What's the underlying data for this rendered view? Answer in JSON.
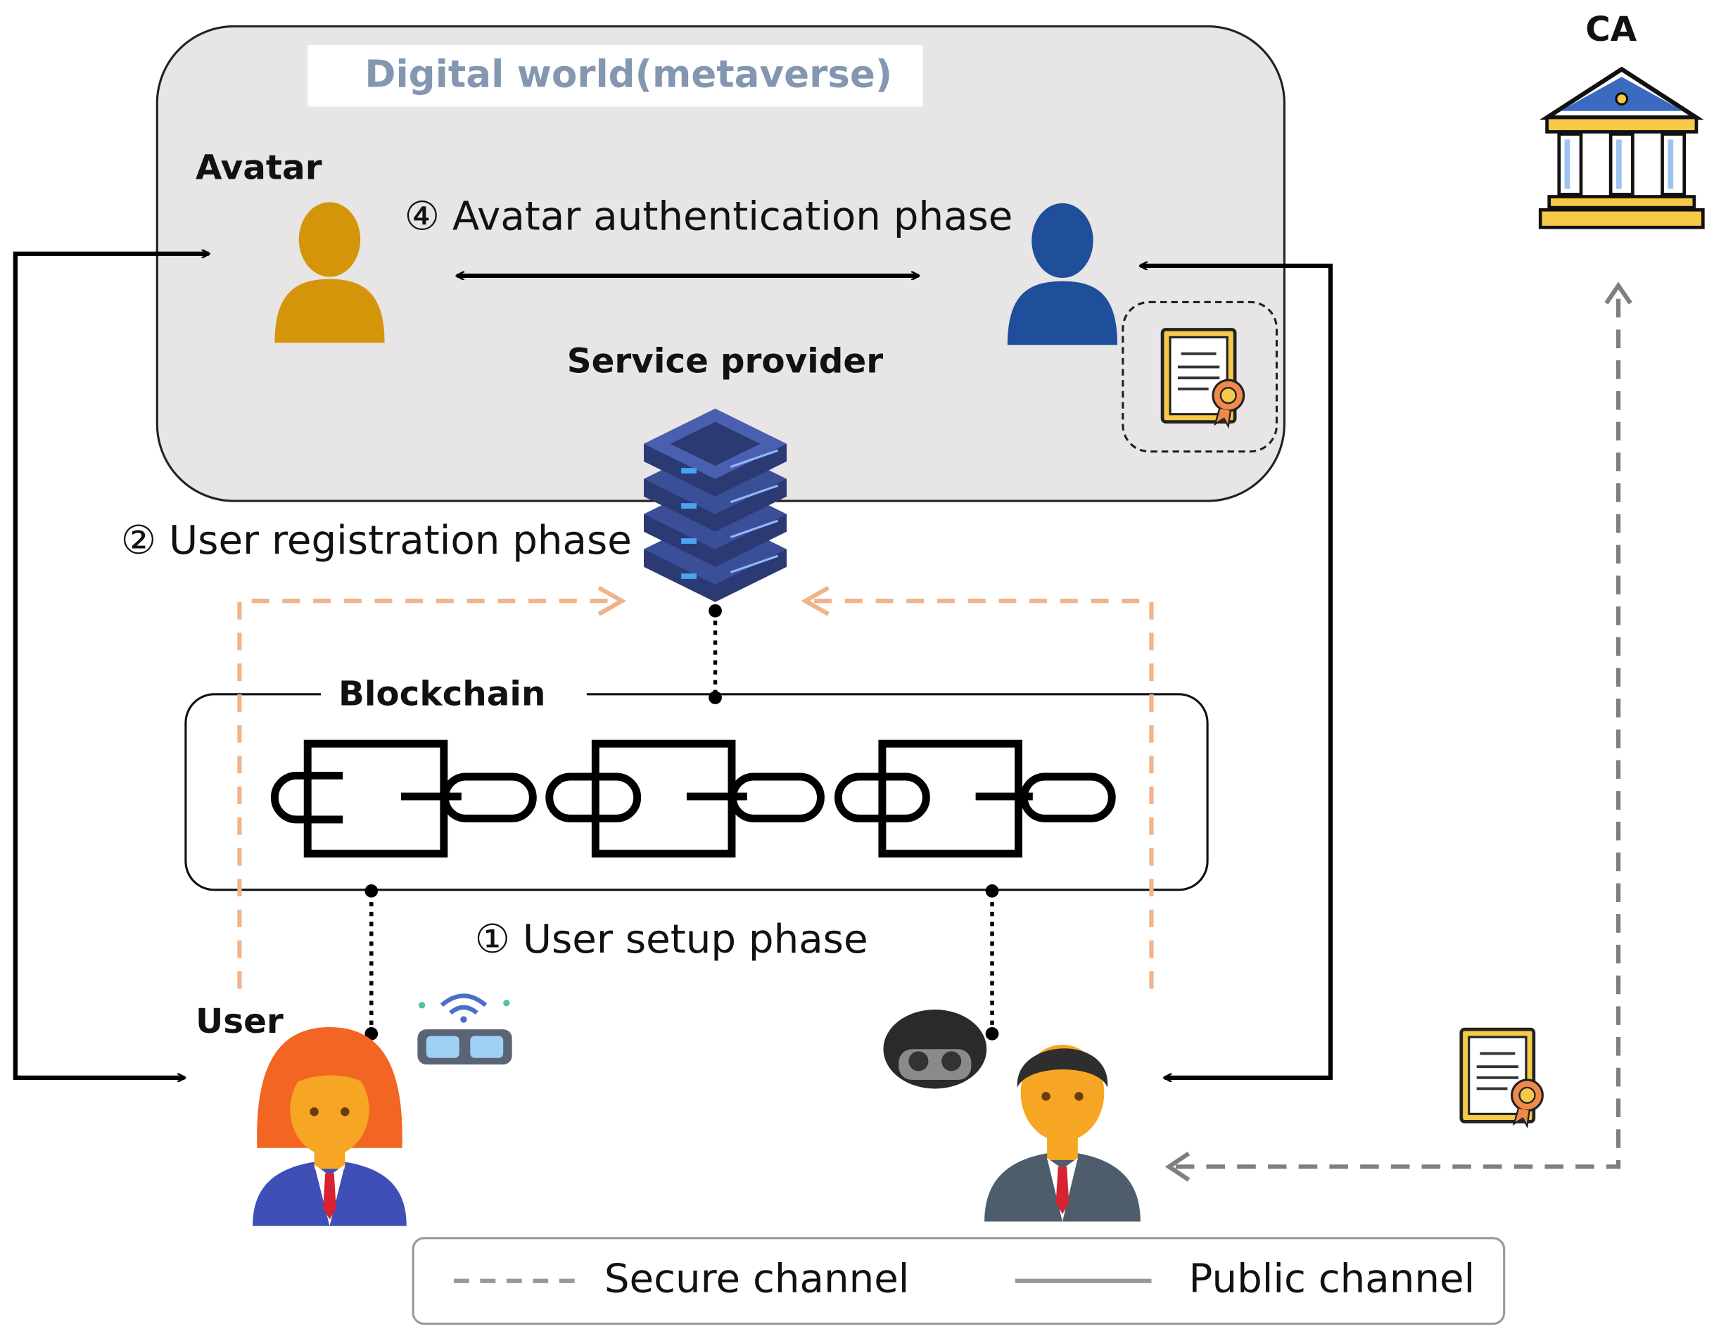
{
  "digital_world": {
    "title": "Digital world(metaverse)"
  },
  "avatar": {
    "label": "Avatar"
  },
  "service_provider": {
    "label": "Service provider"
  },
  "ca": {
    "label": "CA"
  },
  "blockchain": {
    "label": "Blockchain"
  },
  "user": {
    "label": "User"
  },
  "phases": {
    "setup": "① User setup phase",
    "registration": "② User registration phase",
    "authentication": "④ Avatar authentication phase"
  },
  "legend": {
    "secure": "Secure channel",
    "public": "Public channel"
  },
  "colors": {
    "digital_world_bg": "#e7e5e6",
    "digital_world_title": "#8497b0",
    "secure_channel_orange": "#f0b48a",
    "ca_channel_gray": "#7f7f7f",
    "avatar_user": "#d4950a",
    "avatar_peer": "#1f4e9b",
    "server": "#2e3f7f"
  },
  "icons": [
    "person-icon",
    "server-icon",
    "bank-icon",
    "certificate-icon",
    "chain-icon",
    "vr-headset-icon",
    "user-woman-icon",
    "user-man-icon"
  ]
}
